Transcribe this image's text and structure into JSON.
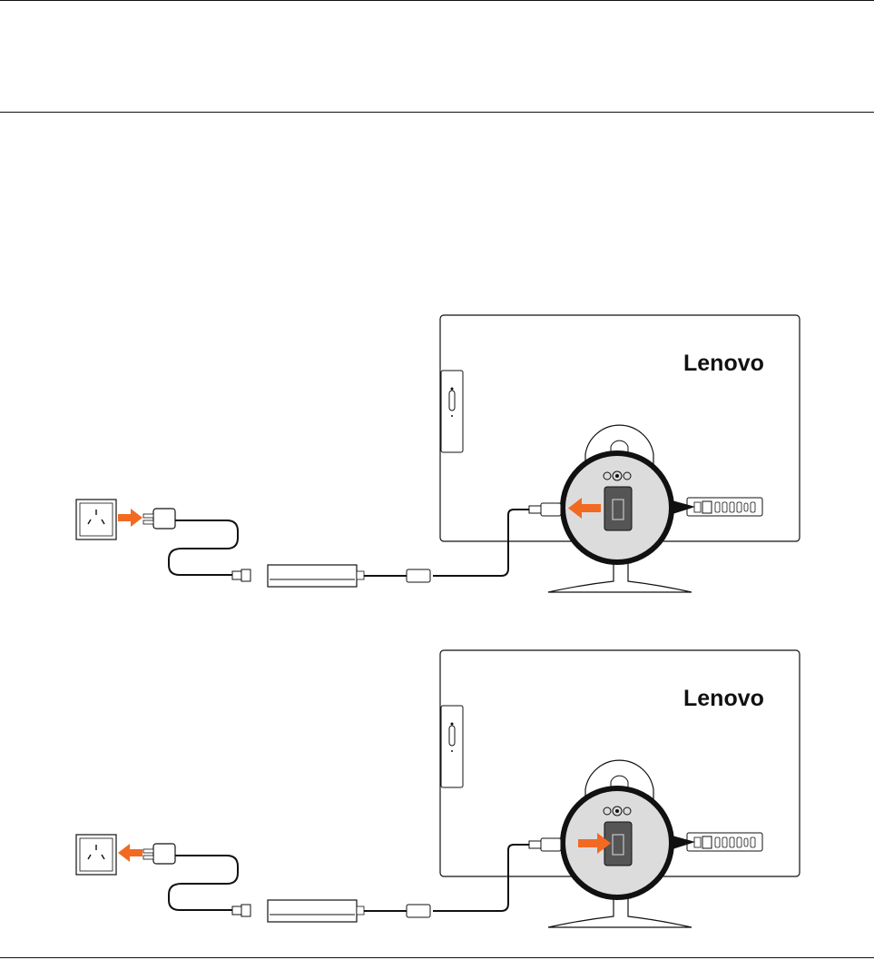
{
  "header": {
    "title": "",
    "subtitle": ""
  },
  "brand": {
    "logo_text": "Lenovo"
  },
  "colors": {
    "accent_arrow": "#f26a21",
    "line": "#111111",
    "panel_gray": "#dcdcdc",
    "port_dark": "#555555"
  },
  "steps": [
    {
      "id": "connect",
      "outlet_arrow": "toward-outlet-plug-in",
      "port_arrow": "toward-port-plug-in"
    },
    {
      "id": "disconnect",
      "outlet_arrow": "away-from-outlet-unplug",
      "port_arrow": "away-from-port-unplug"
    }
  ],
  "icons": [
    "wall-outlet-icon",
    "power-plug-icon",
    "power-adapter-icon",
    "dc-connector-icon",
    "monitor-icon",
    "magnified-port-callout-icon"
  ]
}
